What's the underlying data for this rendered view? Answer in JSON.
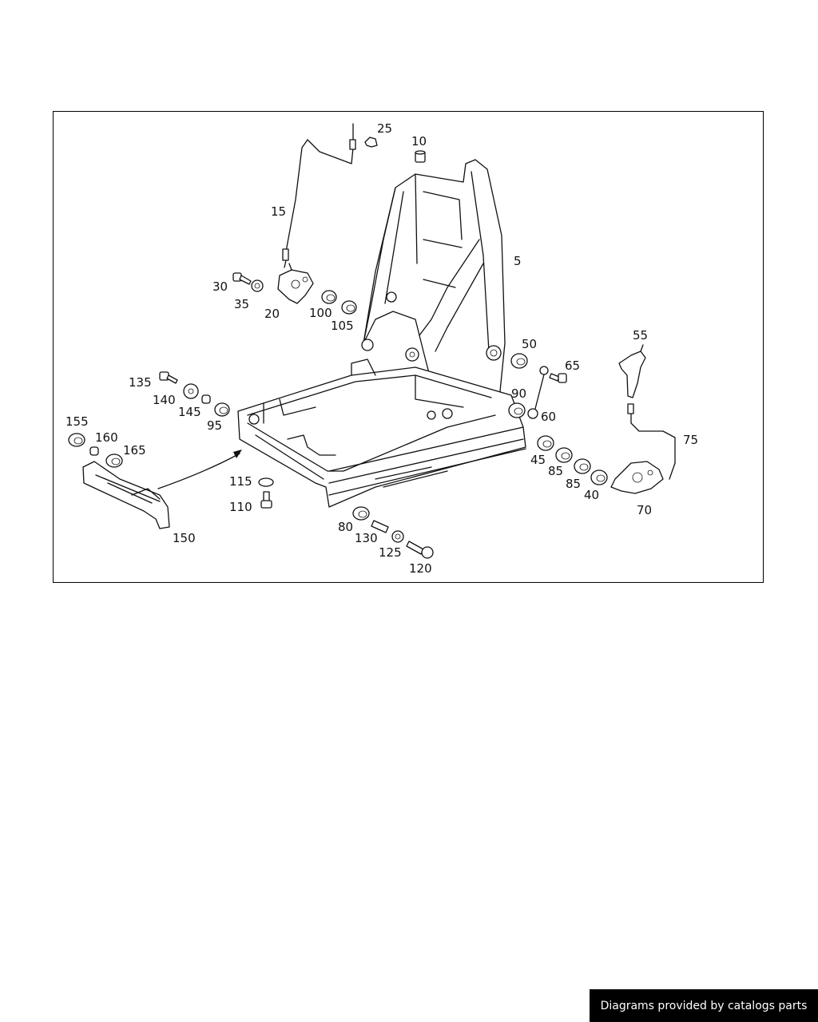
{
  "diagram": {
    "callouts": [
      {
        "id": "c5",
        "text": "5"
      },
      {
        "id": "c10",
        "text": "10"
      },
      {
        "id": "c15",
        "text": "15"
      },
      {
        "id": "c20",
        "text": "20"
      },
      {
        "id": "c25",
        "text": "25"
      },
      {
        "id": "c30",
        "text": "30"
      },
      {
        "id": "c35",
        "text": "35"
      },
      {
        "id": "c40",
        "text": "40"
      },
      {
        "id": "c45",
        "text": "45"
      },
      {
        "id": "c50",
        "text": "50"
      },
      {
        "id": "c55",
        "text": "55"
      },
      {
        "id": "c60",
        "text": "60"
      },
      {
        "id": "c65",
        "text": "65"
      },
      {
        "id": "c70",
        "text": "70"
      },
      {
        "id": "c75",
        "text": "75"
      },
      {
        "id": "c80",
        "text": "80"
      },
      {
        "id": "c85a",
        "text": "85"
      },
      {
        "id": "c85b",
        "text": "85"
      },
      {
        "id": "c90",
        "text": "90"
      },
      {
        "id": "c95",
        "text": "95"
      },
      {
        "id": "c100",
        "text": "100"
      },
      {
        "id": "c105",
        "text": "105"
      },
      {
        "id": "c110",
        "text": "110"
      },
      {
        "id": "c115",
        "text": "115"
      },
      {
        "id": "c120",
        "text": "120"
      },
      {
        "id": "c125",
        "text": "125"
      },
      {
        "id": "c130",
        "text": "130"
      },
      {
        "id": "c135",
        "text": "135"
      },
      {
        "id": "c140",
        "text": "140"
      },
      {
        "id": "c145",
        "text": "145"
      },
      {
        "id": "c150",
        "text": "150"
      },
      {
        "id": "c155",
        "text": "155"
      },
      {
        "id": "c160",
        "text": "160"
      },
      {
        "id": "c165",
        "text": "165"
      }
    ]
  },
  "footer": {
    "credit": "Diagrams provided by catalogs parts"
  }
}
